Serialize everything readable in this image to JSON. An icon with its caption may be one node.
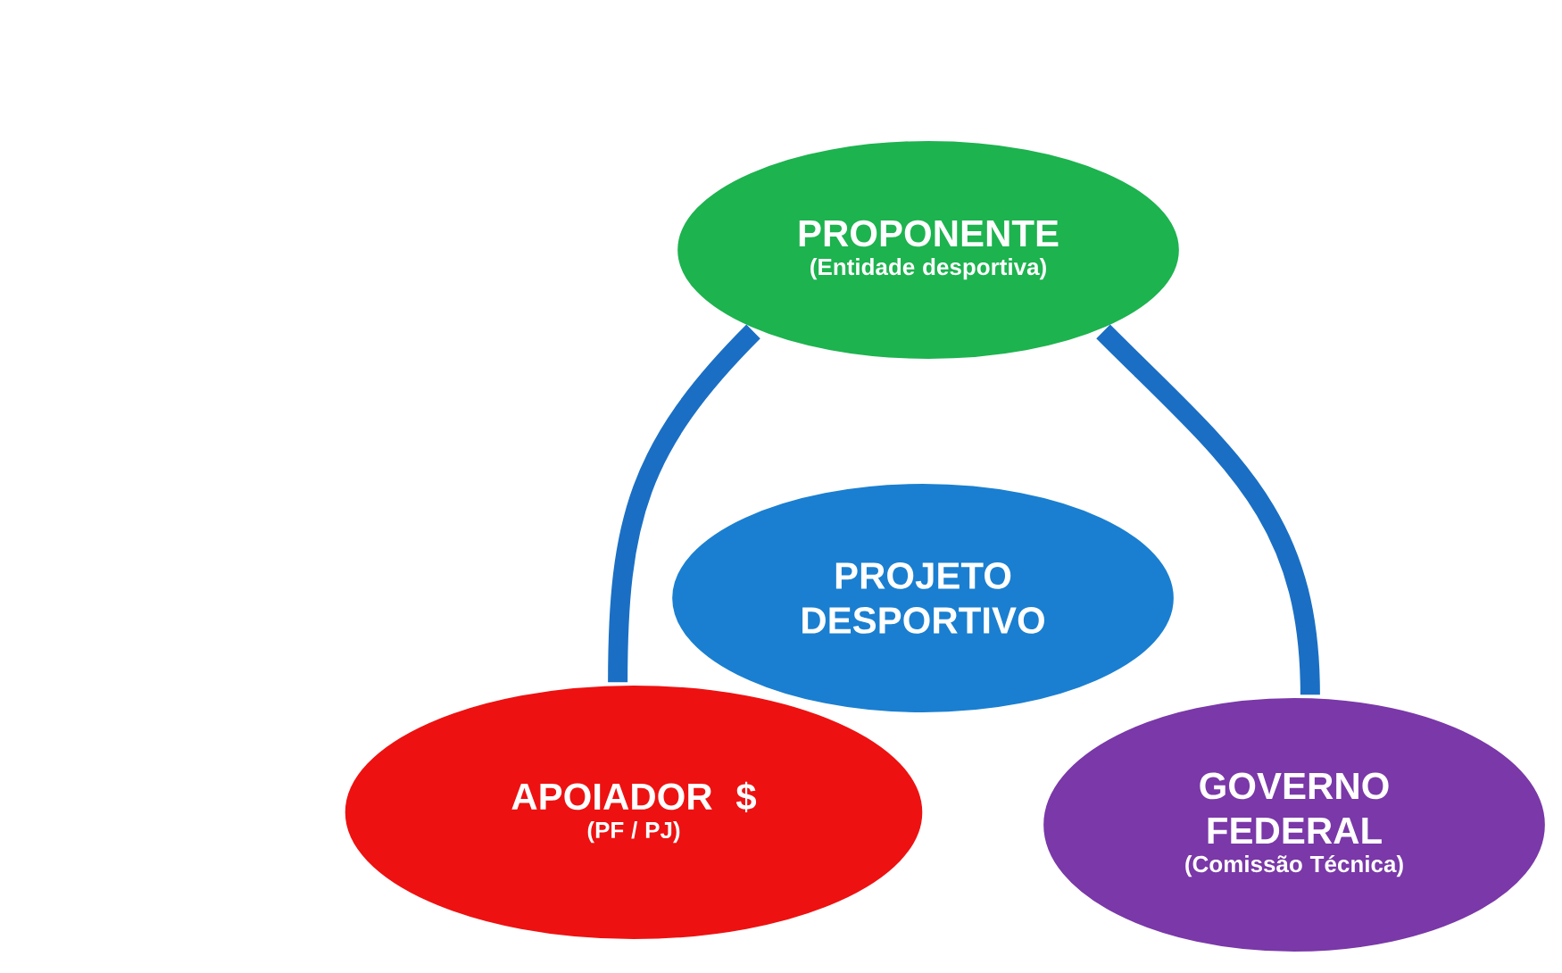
{
  "diagram": {
    "nodes": [
      {
        "text": [
          "PROPONENTE",
          "(Entidade desportiva)"
        ]
      },
      {
        "text": [
          "PROJETO DESPORTIVO"
        ]
      },
      {
        "text": [
          "APOIADOR $",
          "(PF / PJ)"
        ]
      },
      {
        "text": [
          "GOVERNO FEDERAL",
          "(Comissão Técnica)"
        ]
      }
    ],
    "edges": [
      {
        "from": 2,
        "to": 0,
        "arrow": "none"
      },
      {
        "from": 0,
        "to": 3,
        "arrow": "none"
      }
    ]
  }
}
